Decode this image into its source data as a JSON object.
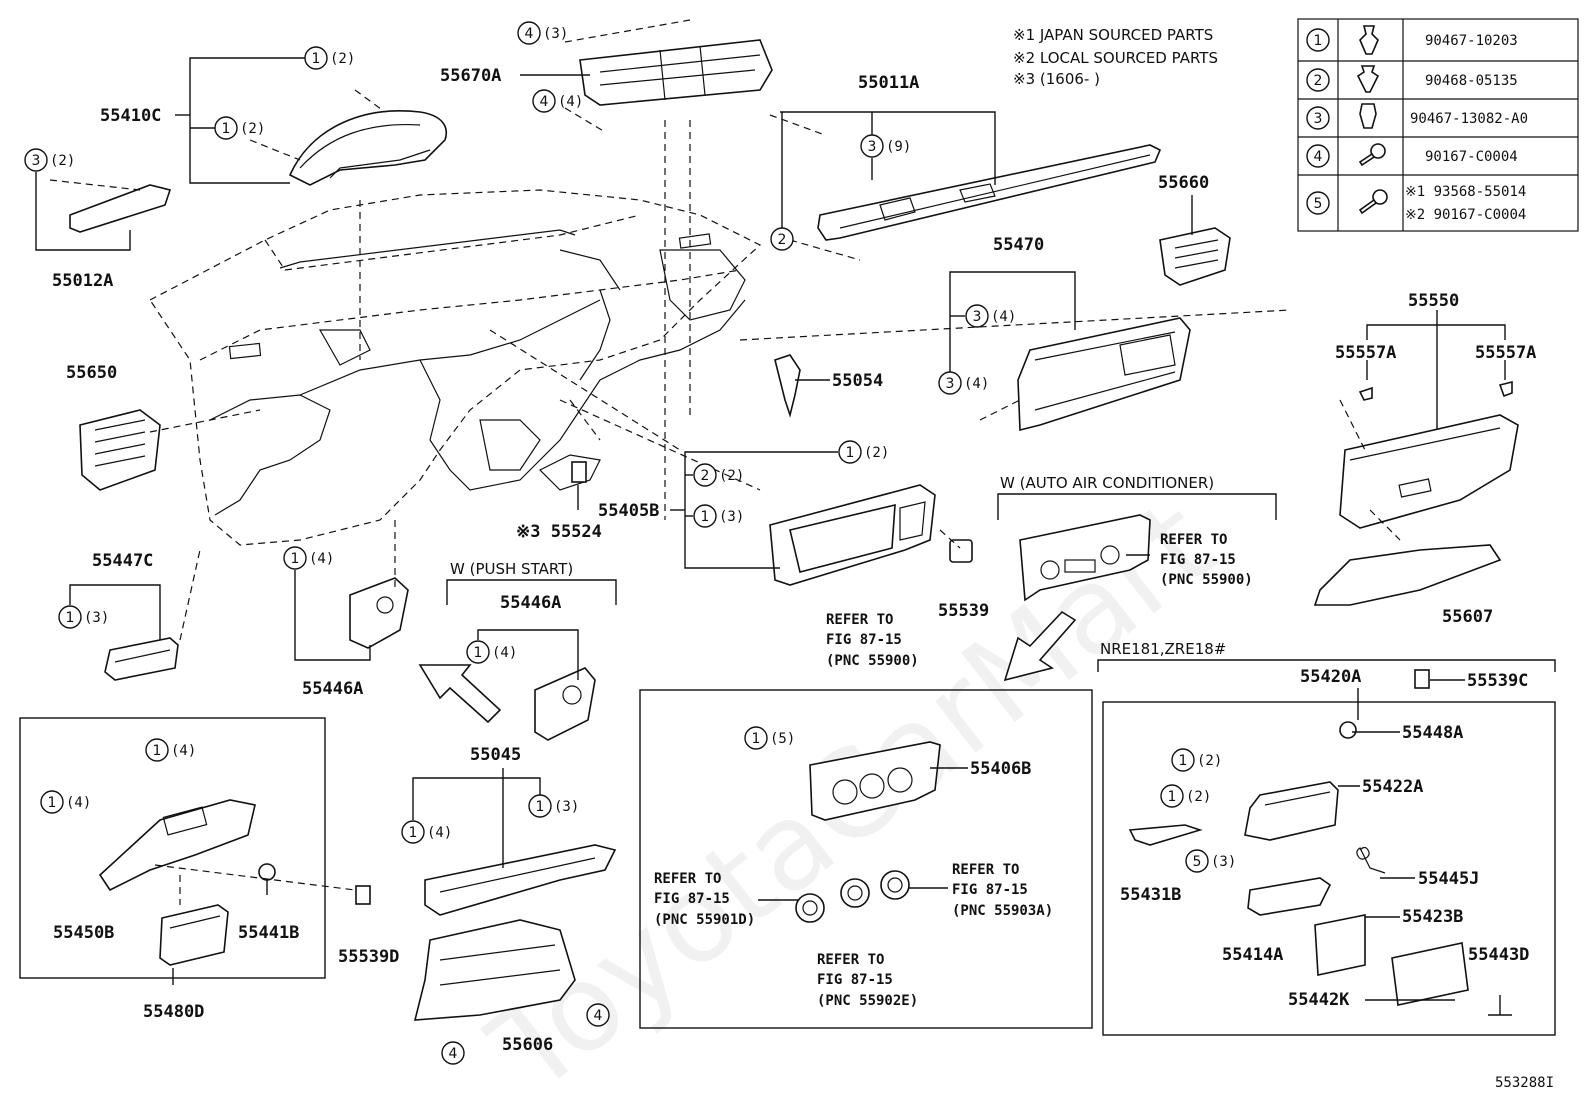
{
  "notes": {
    "n1": "※1 JAPAN SOURCED PARTS",
    "n2": "※2 LOCAL SOURCED PARTS",
    "n3": "※3 (1606-      )"
  },
  "fastener_table": [
    {
      "no": "1",
      "part": "90467-10203"
    },
    {
      "no": "2",
      "part": "90468-05135"
    },
    {
      "no": "3",
      "part": "90467-13082-A0"
    },
    {
      "no": "4",
      "part": "90167-C0004"
    },
    {
      "no": "5",
      "part_a": "※1 93568-55014",
      "part_b": "※2 90167-C0004"
    }
  ],
  "parts": {
    "p55410C": "55410C",
    "p55012A": "55012A",
    "p55670A": "55670A",
    "p55011A": "55011A",
    "p55660": "55660",
    "p55470": "55470",
    "p55650": "55650",
    "p55054": "55054",
    "p55550": "55550",
    "p55557A_l": "55557A",
    "p55557A_r": "55557A",
    "p55524": "※3 55524",
    "p55405B": "55405B",
    "p55447C": "55447C",
    "p55446A_l": "55446A",
    "p55446A_m": "55446A",
    "p55539": "55539",
    "p55607": "55607",
    "p55480D": "55480D",
    "p55450B": "55450B",
    "p55441B": "55441B",
    "p55539D": "55539D",
    "p55045": "55045",
    "p55606": "55606",
    "p55406B": "55406B",
    "p55420A": "55420A",
    "p55539C": "55539C",
    "p55448A": "55448A",
    "p55422A": "55422A",
    "p55431B": "55431B",
    "p55445J": "55445J",
    "p55414A": "55414A",
    "p55423B": "55423B",
    "p55443D": "55443D",
    "p55442K": "55442K"
  },
  "qty": {
    "q1": "(2)",
    "q2": "(2)",
    "q3": "(2)",
    "q4": "(3)",
    "q5": "(4)",
    "q6": "(9)",
    "q7": "(4)",
    "q8": "(4)",
    "q9": "(2)",
    "q10": "(2)",
    "q11": "(3)",
    "q12": "(3)",
    "q13": "(4)",
    "q14": "(4)",
    "q15": "(4)",
    "q16": "(4)",
    "q17": "(4)",
    "q18": "(3)",
    "q19": "(5)",
    "q20": "(2)",
    "q21": "(2)",
    "q22": "(3)"
  },
  "groups": {
    "auto_ac": "W (AUTO AIR CONDITIONER)",
    "push_start": "W (PUSH  START)",
    "nre": "NRE181,ZRE18#"
  },
  "refs": {
    "r1": [
      "REFER TO",
      "FIG 87-15",
      "(PNC 55900)"
    ],
    "r2": [
      "REFER TO",
      "FIG 87-15",
      "(PNC 55900)"
    ],
    "r3": [
      "REFER TO",
      "FIG 87-15",
      "(PNC 55901D)"
    ],
    "r4": [
      "REFER TO",
      "FIG 87-15",
      "(PNC 55903A)"
    ],
    "r5": [
      "REFER TO",
      "FIG 87-15",
      "(PNC 55902E)"
    ]
  },
  "watermark": "ToyotaCarMart",
  "figure_id": "553288I"
}
